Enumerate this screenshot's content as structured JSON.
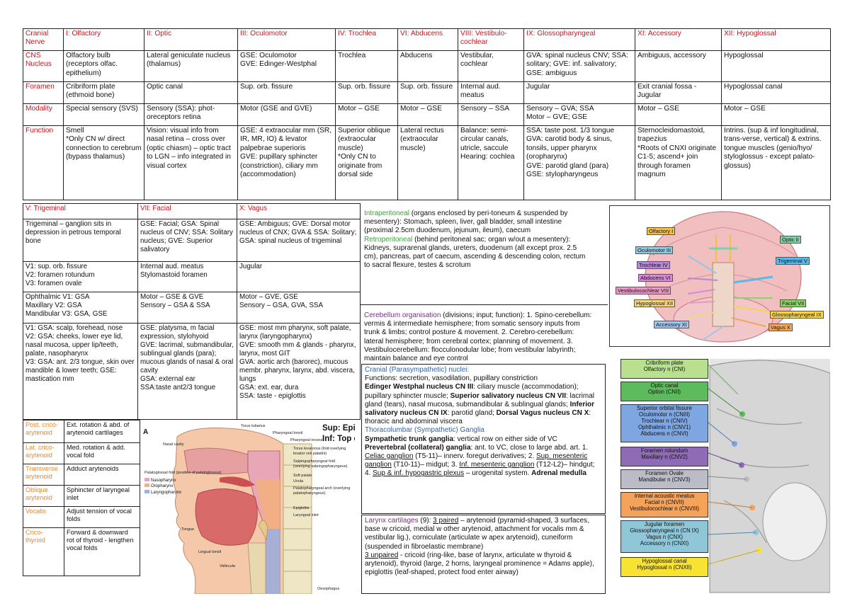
{
  "cranial_table": {
    "headers": [
      "Cranial Nerve",
      "I: Olfactory",
      "II: Optic",
      "III: Oculomotor",
      "IV: Trochlea",
      "VI: Abducens",
      "VIII: Vestibulo-cochlear",
      "IX: Glossopharyngeal",
      "XI: Accessory",
      "XII: Hypoglossal"
    ],
    "rows": [
      {
        "label": "CNS Nucleus",
        "cells": [
          "Olfactory bulb (receptors olfac. epithelium)",
          "Lateral geniculate nucleus (thalamus)",
          "GSE: Oculomotor\nGVE: Edinger-Westphal",
          "Trochlea",
          "Abducens",
          "Vestibular, cochlear",
          "GVA: spinal nucleus CNV; SSA: solitary; GVE: inf. salivatory; GSE: ambiguus",
          "Ambiguus, accessory",
          "Hypoglossal"
        ]
      },
      {
        "label": "Foramen",
        "cells": [
          "Cribriform plate (ethmoid bone)",
          "Optic canal",
          "Sup. orb. fissure",
          "Sup. orb. fissure",
          "Sup. orb. fissure",
          "Internal aud. meatus",
          "Jugular",
          "Exit cranial fossa - Jugular",
          "Hypoglossal canal"
        ]
      },
      {
        "label": "Modality",
        "cells": [
          "Special sensory (SVS)",
          "Sensory (SSA): phot-oreceptors retina",
          "Motor (GSE and GVE)",
          "Motor – GSE",
          "Motor – GSE",
          "Sensory – SSA",
          "Sensory – GVA; SSA\nMotor – GVE; GSE",
          "Motor – GSE",
          "Motor – GSE"
        ]
      },
      {
        "label": "Function",
        "cells": [
          "Smell\n*Only CN w/ direct connection to cerebrum (bypass thalamus)",
          "Vision: visual info from nasal retina – cross over (optic chiasm) – optic tract to LGN – info integrated in visual cortex",
          "GSE: 4 extraocular mm (SR, IR, MR, IO) & levator palpebrae superioris\nGVE: pupillary sphincter (constriction), ciliary mm (accommodation)",
          "Superior oblique (extraocular muscle)\n*Only CN to originate from dorsal side",
          "Lateral rectus (extraocular muscle)",
          "Balance: semi-circular canals, utricle, saccule\nHearing: cochlea",
          "SSA: taste post. 1/3 tongue\nGVA: carotid body & sinus, tonsils, upper pharynx (oropharynx)\nGVE: parotid gland (para)\nGSE: stylopharyngeus",
          "Sternocleidomastoid, trapezius\n*Roots of CNXI originate C1-5; ascend+ join through foramen magnum",
          "Intrins. (sup & inf longitudinal, trans-verse, vertical) & extrins. tongue muscles (genio/hyo/ styloglossus - except palato-glossus)"
        ]
      }
    ]
  },
  "lower_table": {
    "headers": [
      "V: Trigeminal",
      "VII: Facial",
      "X: Vagus"
    ],
    "rows": [
      [
        "Trigeminal – ganglion sits in depression in petrous temporal bone",
        "GSE: Facial; GSA: Spinal nucleus of CNV; SSA: Solitary nucleus; GVE: Superior salivatory",
        "GSE: Ambiguus; GVE: Dorsal motor nucleus of CNX; GVA & SSA: Solitary; GSA: spinal nucleus of trigeminal"
      ],
      [
        "V1: sup. orb. fissure\nV2: foramen rotundum\nV3: foramen ovale",
        "Internal aud. meatus\nStylomastoid foramen",
        "Jugular"
      ],
      [
        "Ophthalmic V1: GSA\nMaxillary V2: GSA\nMandibular V3: GSA, GSE",
        "Motor – GSE & GVE\nSensory – GSA & SSA",
        "Motor – GVE, GSE\nSensory – GSA, GVA, SSA"
      ],
      [
        "V1: GSA: scalp, forehead, nose\nV2: GSA: cheeks, lower eye lid, nasal mucosa, upper lip/teeth, palate, nasopharynx\nV3: GSA: ant. 2/3 tongue, skin over mandible & lower teeth; GSE: mastication mm",
        "GSE: platysma, m facial expression, stylohyoid\nGVE: lacrimal, submandibular, sublingual glands (para); mucous glands of nasal & oral cavity\nGSA: external ear\nSSA:taste ant2/3 tongue",
        "GSE: most mm pharynx, soft palate, larynx (laryngopharynx)\nGVE: smooth mm & glands - pharynx, larynx, most GIT\nGVA: aortic arch (barorec), mucous membr. pharynx, larynx, abd. viscera, lungs\nGSA: ext. ear, dura\nSSA: taste - epiglottis"
      ]
    ]
  },
  "muscle_table": {
    "header_partial": "Post.",
    "rows": [
      {
        "name": "Post. crico-arytenoid",
        "action": "Ext. rotation & abd. of arytenoid cartilages"
      },
      {
        "name": "Lat. crico-arytenoid",
        "action": "Med. rotation & add. vocal fold"
      },
      {
        "name": "Transverse arytenoid",
        "action": "Adduct arytenoids"
      },
      {
        "name": "Oblique arytenoid",
        "action": "Sphincter of laryngeal inlet"
      },
      {
        "name": "Vocalis",
        "action": "Adjust tension of vocal folds"
      },
      {
        "name": "Crico-thyroid",
        "action": "Forward & downward rot of thyroid - lengthen vocal folds"
      }
    ]
  },
  "peritoneum": {
    "intra_title": "Intraperitoneal",
    "intra_text": " (organs enclosed by peri-toneum & suspended by mesentery): Stomach, spleen, liver, gall bladder, small intestine (proximal 2.5cm duodenum, jejunum, ileum), caecum",
    "retro_title": "Retroperitoneal",
    "retro_text": " (behind peritoneal sac; organ w/out a mesentery): Kidneys, suprarenal glands, ureters, duodenum (all except prox. 2.5 cm), pancreas, part of caecum, ascending & descending colon, rectum to sacral flexure, testes & scrotum"
  },
  "cerebellum": {
    "title": "Cerebellum organisation",
    "text": " (divisions; input; function): 1. Spino-cerebellum: vermis & intermediate hemisphere; from somatic sensory inputs from trunk & limbs; control posture & movement. 2. Cerebro-cerebellum: lateral hemisphere; from cerebral cortex; planning of movement. 3. Vestibulocerebellum: flocculonodular lobe; from vestibular labyrinth; maintain balance and eye control"
  },
  "parasymp": {
    "title": "Cranial (Parasympathetic) nuclei:",
    "line1": "Functions: secretion, vasodilation, pupillary constriction",
    "ew_b": "Edinger Westphal nucleus CN III",
    "ew_t": ": ciliary muscle (accommodation); pupillary sphincter muscle; ",
    "ss_b": "Superior salivatory nucleus CN VII",
    "ss_t": ": lacrimal gland (tears), nasal mucosa, submandibular & sublingual glands; ",
    "is_b": "Inferior salivatory nucleus CN IX",
    "is_t": ": parotid gland; ",
    "dv_b": "Dorsal Vagus nucleus CN X",
    "dv_t": ": thoracic and abdominal viscera",
    "symp_title": "Thoracolumbar (Sympathetic) Ganglia",
    "trunk_b": "Sympathetic trunk ganglia",
    "trunk_t": ": vertical row on either side of VC",
    "prev_b": "Prevertebral (collateral) ganglia",
    "prev_t": ": ant. to VC, close to large abd. art. 1. ",
    "g1": "Celiac ganglion",
    "g1_t": " (T5-11)– innerv. foregut derivatives; 2. ",
    "g2": "Sup. mesenteric ganglion",
    "g2_t": " (T10-11)– midgut; 3. ",
    "g3": "Inf. mesenteric ganglion",
    "g3_t": " (T12-L2)– hindgut; 4. ",
    "g4": "Sup & inf. hypogastric plexus",
    "g4_t": " – urogenital system. ",
    "adrenal": "Adrenal medulla"
  },
  "larynx": {
    "title": "Larynx cartilages",
    "t1": " (9): ",
    "paired": "3 paired",
    "t2": " – arytenoid (pyramid-shaped, 3 surfaces, base w cricoid, medial w other arytenoid, attachment for vocalis mm & vestibular lig.), corniculate (articulate w apex arytenoid), cuneiform (suspended in fibroelastic membrane)",
    "unpaired": "3 unpaired",
    "t3": " - cricoid (ring-like, base of larynx, articulate w thyroid & arytenoid), thyroid (large, 2 horns, laryngeal prominence = Adams apple), epiglottis (leaf-shaped, protect food enter airway)"
  },
  "brain_labels": [
    {
      "text": "Olfactory I",
      "color": "#f2c04a"
    },
    {
      "text": "Optic II",
      "color": "#7ed0a8"
    },
    {
      "text": "Oculomotor III",
      "color": "#8ec9e6"
    },
    {
      "text": "Trochlear IV",
      "color": "#b48ad8"
    },
    {
      "text": "Trigeminal V",
      "color": "#59b9e8"
    },
    {
      "text": "Abducens VI",
      "color": "#d58ad8"
    },
    {
      "text": "Facial VII",
      "color": "#8bd16a"
    },
    {
      "text": "Vestibulocochlear VIII",
      "color": "#e69ac8"
    },
    {
      "text": "Glossopharyngeal IX",
      "color": "#f7d44a"
    },
    {
      "text": "Hypoglossal XII",
      "color": "#f4d87e"
    },
    {
      "text": "Vagus X",
      "color": "#f2a85c"
    },
    {
      "text": "Accessory XI",
      "color": "#a4c6ea"
    }
  ],
  "foramina_boxes": [
    {
      "text": "Cribriform plate\nOlfactory n (CNI)",
      "bg": "#b9e08f"
    },
    {
      "text": "Optic canal\nOption (CNII)",
      "bg": "#5dbb5d"
    },
    {
      "text": "Superior orbital fissure\nOculomotor n (CNIII)\nTrochlear n (CNIV)\nOphthalmic n (CNV1)\nAbducens n (CNVI)",
      "bg": "#7ea6e0"
    },
    {
      "text": "Foramen rotundum\nMaxillary n (CNV2)",
      "bg": "#8f6ab5"
    },
    {
      "text": "Foramen Ovale\nMandibular n (CNV3)",
      "bg": "#bcbcc8"
    },
    {
      "text": "Internal acoustic meatus\nFacial n (CNVII)\nVestibulocochlear n (CNVIII)",
      "bg": "#f5a25a"
    },
    {
      "text": "Jugular foramen\nGlossopharyngeal n (CN IX)\nVagus n (CNX)\nAccessory n (CNXI)",
      "bg": "#8fc7d8"
    },
    {
      "text": "Hypoglossal canal\nHypoglossal n (CNXII)",
      "bg": "#f8e232"
    }
  ],
  "pharynx_figure": {
    "overlay": "Sup: Epig\nInf: Top o",
    "legend": [
      "Nasopharynx",
      "Oropharynx",
      "Laryngopharynx"
    ],
    "legend_colors": [
      "#e9a6b6",
      "#f3b080",
      "#9fb0d8"
    ],
    "letter": "A",
    "labels": [
      "Torus tubarius",
      "Pharyngeal tonsil",
      "Nasal cavity",
      "Pharyngeal recess",
      "Torus levatorius (fold overlying levator veli palatini)",
      "Salpingopharyngeal fold (overlying salpingopharyngeus)",
      "Palatoglossal fold (position of palatoglossus)",
      "Soft palate",
      "Uvula",
      "Palatopharyngeal arch (overlying palatopharyngeus)",
      "Tongue",
      "Lingual tonsil",
      "Vallecula",
      "Epiglottis",
      "Laryngeal inlet",
      "Oesophagus"
    ]
  },
  "colors": {
    "red": "#d1121b",
    "green": "#3aa335",
    "purple": "#7b2b8f",
    "blue": "#2d63b0",
    "orange": "#f0862c"
  }
}
